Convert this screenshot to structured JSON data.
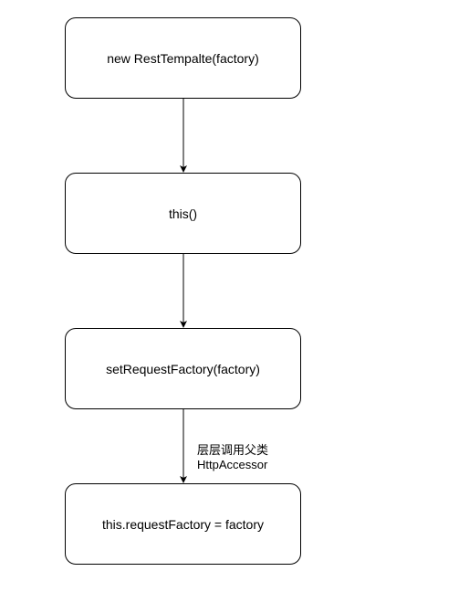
{
  "diagram": {
    "nodes": [
      {
        "id": "node-1",
        "label": "new RestTempalte(factory)"
      },
      {
        "id": "node-2",
        "label": "this()"
      },
      {
        "id": "node-3",
        "label": "setRequestFactory(factory)"
      },
      {
        "id": "node-4",
        "label": "this.requestFactory = factory"
      }
    ],
    "edges": [
      {
        "from": "node-1",
        "to": "node-2",
        "label_lines": []
      },
      {
        "from": "node-2",
        "to": "node-3",
        "label_lines": []
      },
      {
        "from": "node-3",
        "to": "node-4",
        "label_lines": [
          "层层调用父类",
          "HttpAccessor"
        ]
      }
    ],
    "colors": {
      "stroke": "#000000",
      "fill": "#ffffff",
      "text": "#000000"
    }
  }
}
